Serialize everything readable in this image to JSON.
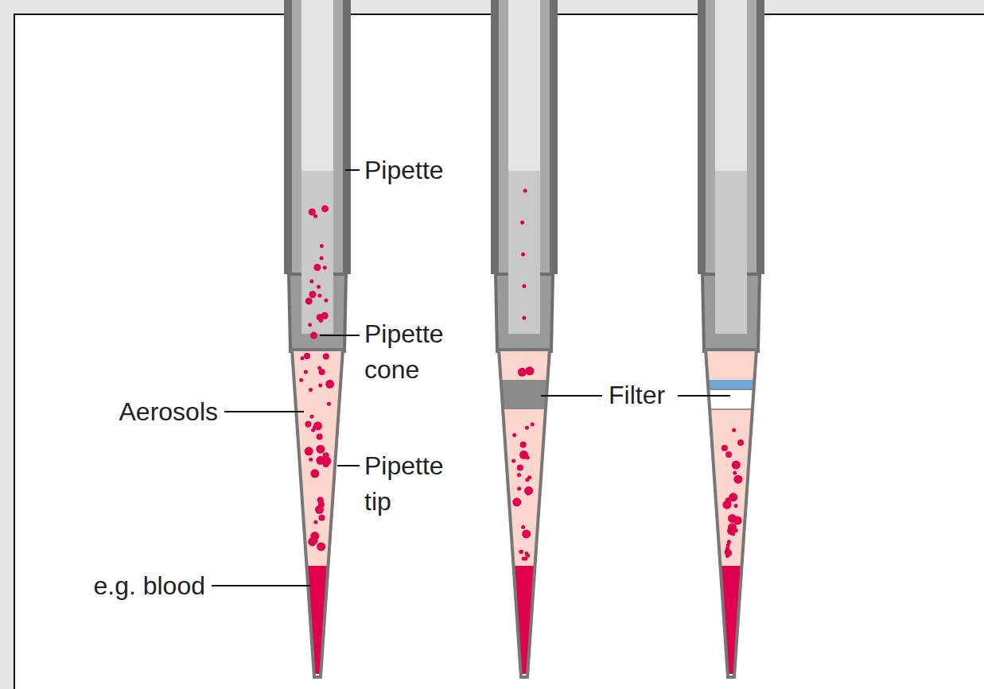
{
  "diagram": {
    "labels": [
      "Pipette",
      "Pipette cone",
      "Aerosols",
      "Pipette tip",
      "e.g. blood",
      "Filter"
    ]
  }
}
